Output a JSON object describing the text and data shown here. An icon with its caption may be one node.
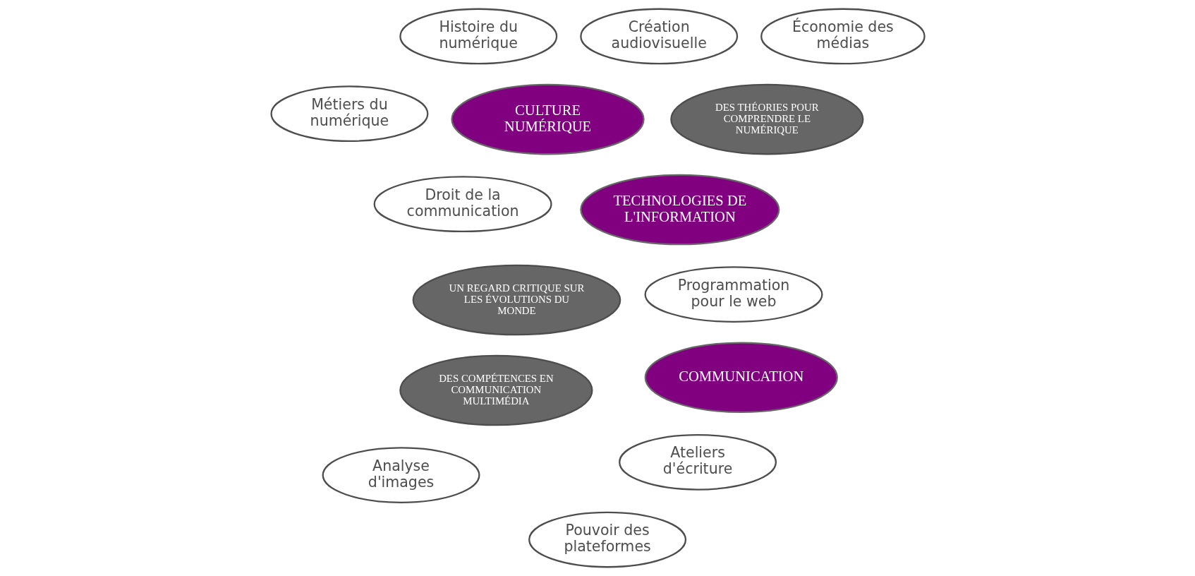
{
  "diagram": {
    "nodes": [
      {
        "text": [
          "COMMUNICATION"
        ]
      },
      {
        "text": [
          "DES COMPÉTENCES EN COMMUNICATION MULTIMÉDIA"
        ]
      },
      {
        "text": [
          "Ateliers d'écriture"
        ]
      },
      {
        "text": [
          "Analyse d'images"
        ]
      },
      {
        "text": [
          "DES THÉORIES POUR COMPRENDRE LE NUMÉRIQUE"
        ]
      },
      {
        "text": [
          "Économie des médias"
        ]
      },
      {
        "text": [
          "Création audiovisuelle"
        ]
      },
      {
        "text": [
          "Histoire du numérique"
        ]
      },
      {
        "text": [
          "Programmation pour le web"
        ]
      },
      {
        "text": [
          "CULTURE NUMÉRIQUE"
        ]
      },
      {
        "text": [
          "Droit de la communication"
        ]
      },
      {
        "text": [
          "Métiers du numérique"
        ]
      },
      {
        "text": [
          "Pouvoir des plateformes"
        ]
      },
      {
        "text": [
          "TECHNOLOGIES DE L'INFORMATION"
        ]
      },
      {
        "text": [
          "UN REGARD CRITIQUE SUR LES ÉVOLUTIONS DU MONDE"
        ]
      }
    ],
    "edges": []
  }
}
